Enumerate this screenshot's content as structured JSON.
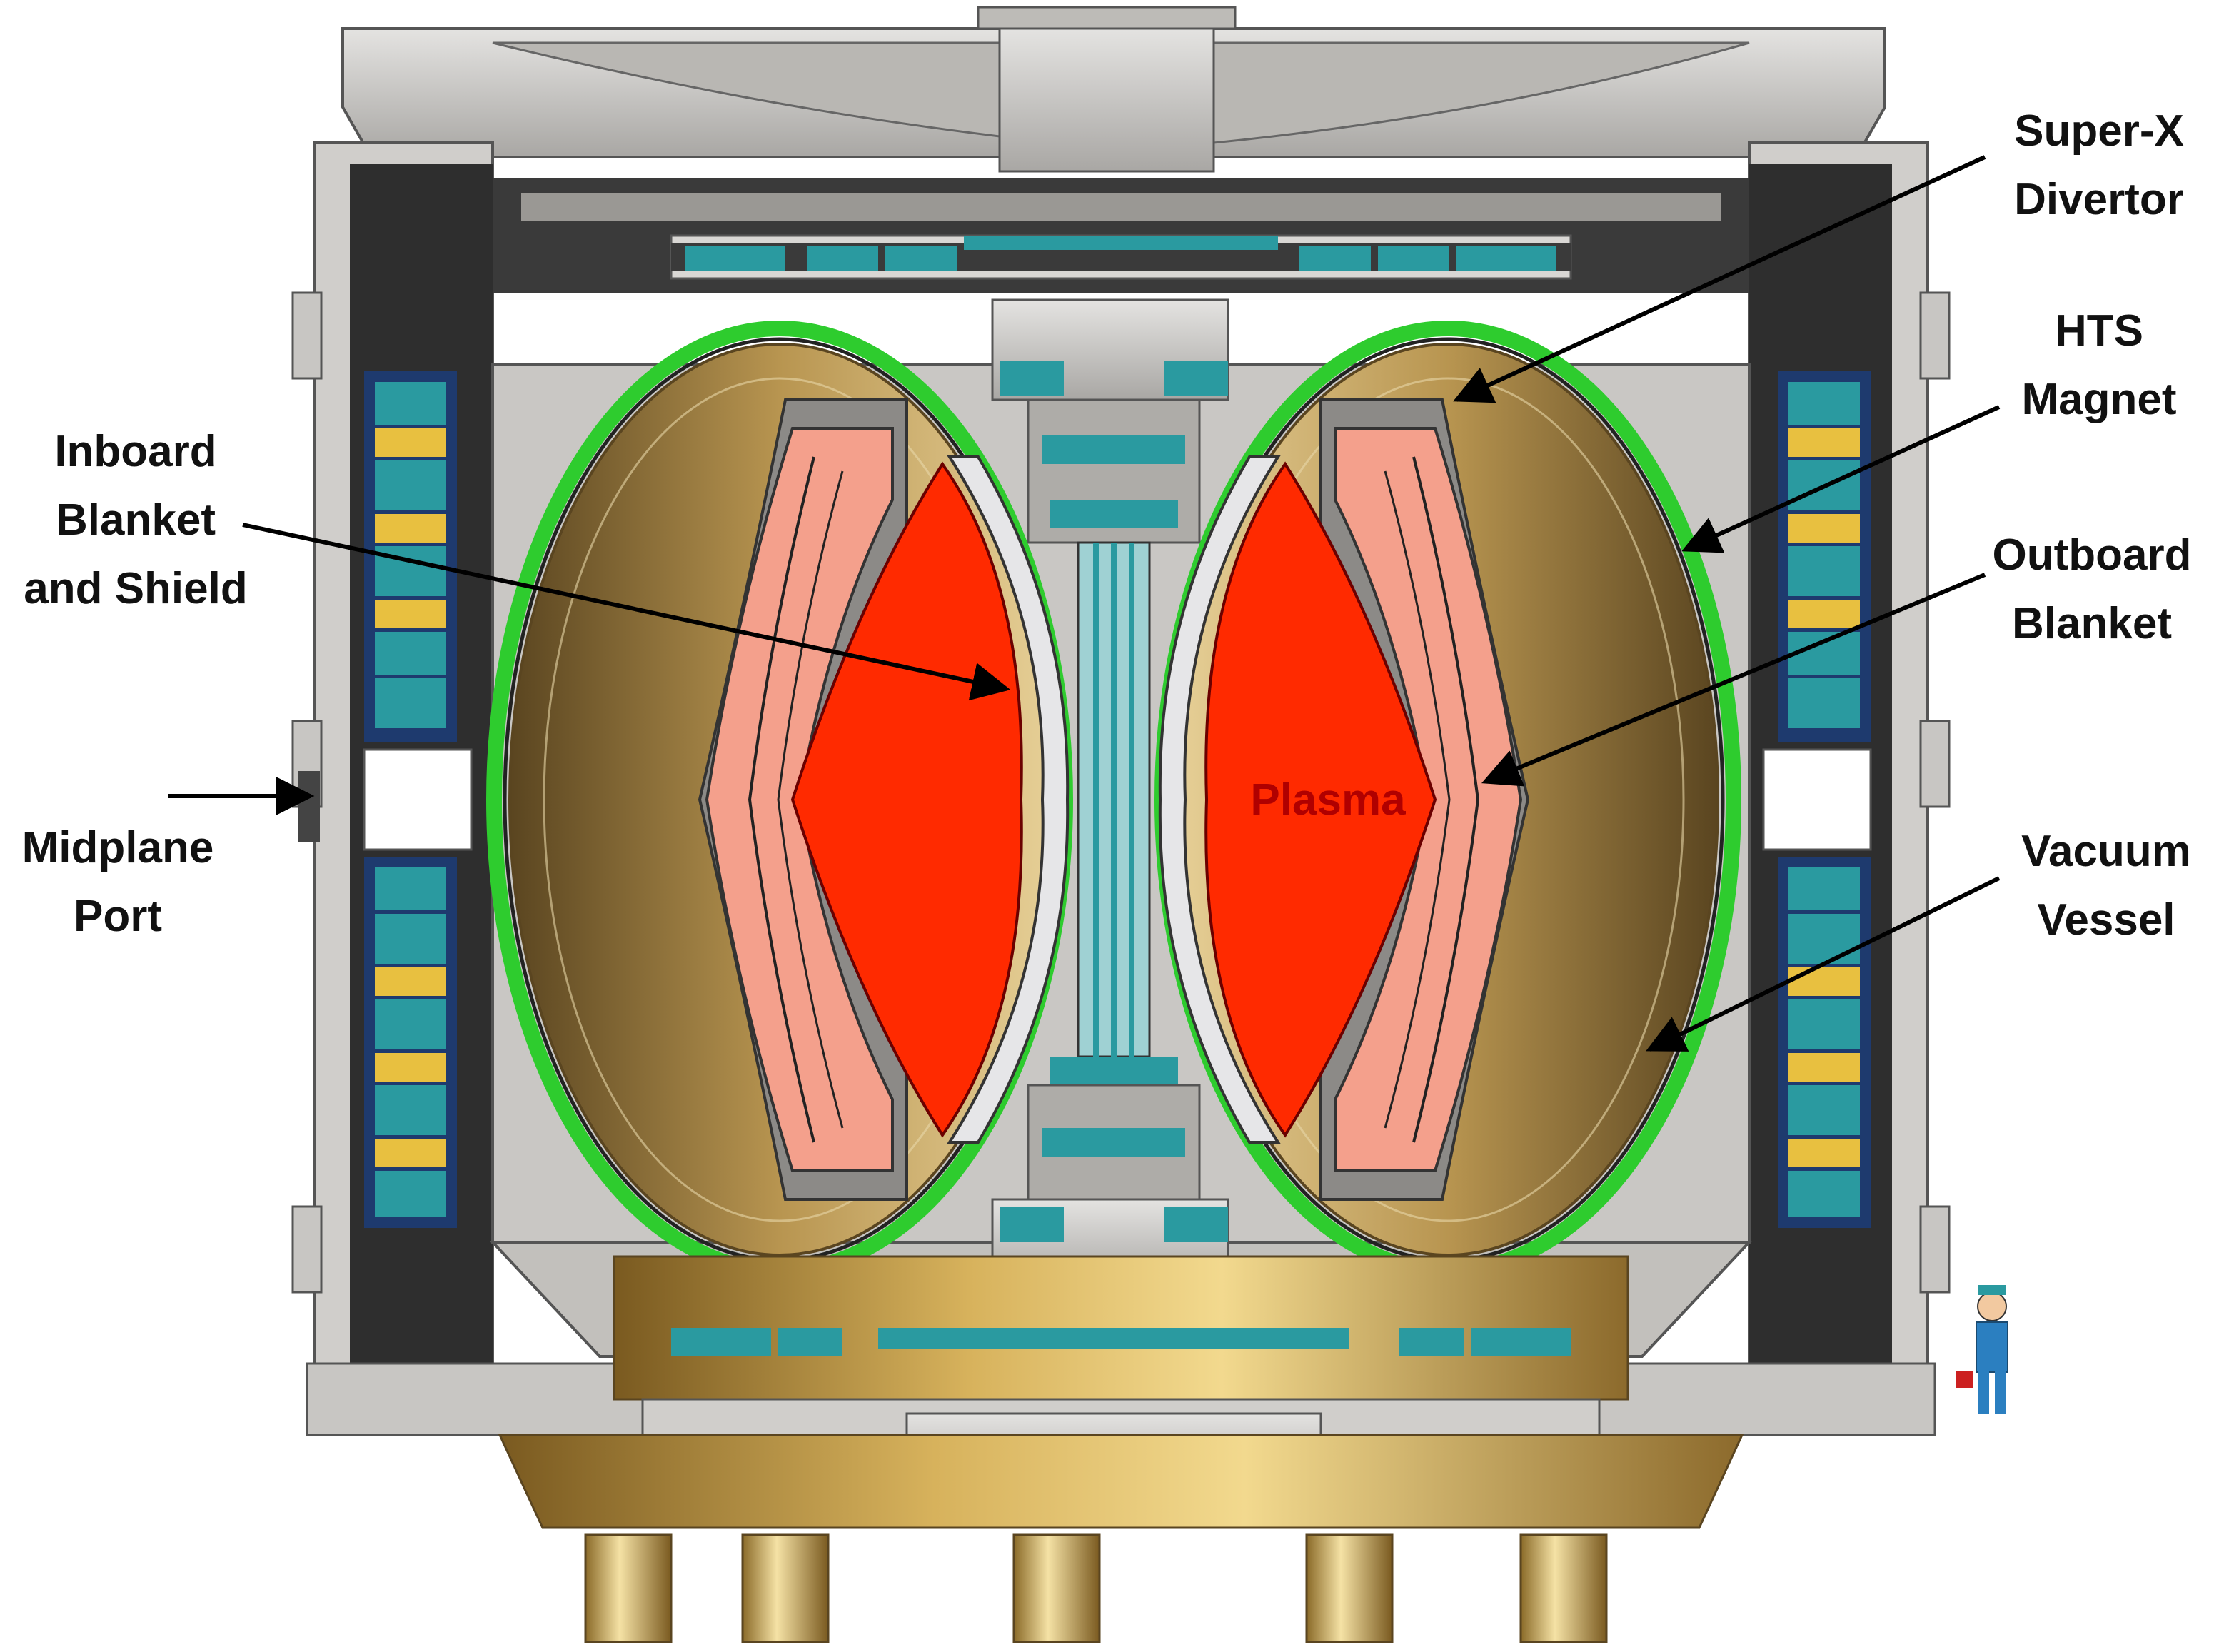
{
  "labels": {
    "super_x": [
      "Super-X",
      "Divertor"
    ],
    "hts": [
      "HTS",
      "Magnet"
    ],
    "inboard": [
      "Inboard",
      "Blanket",
      "and Shield"
    ],
    "outboard": [
      "Outboard",
      "Blanket"
    ],
    "midplane": [
      "Midplane",
      "Port"
    ],
    "vacuum": [
      "Vacuum",
      "Vessel"
    ],
    "plasma": "Plasma"
  },
  "colors": {
    "plasma": "#ff2a00",
    "blanket": "#f4a08c",
    "hts_magnet": "#2ecc2e",
    "vacuum_vessel": "#b08a3a",
    "structure": "#c8c6c3",
    "coil": "#2a9aa0",
    "coil_band": "#e8c040",
    "dark_frame": "#2e2e2e"
  }
}
